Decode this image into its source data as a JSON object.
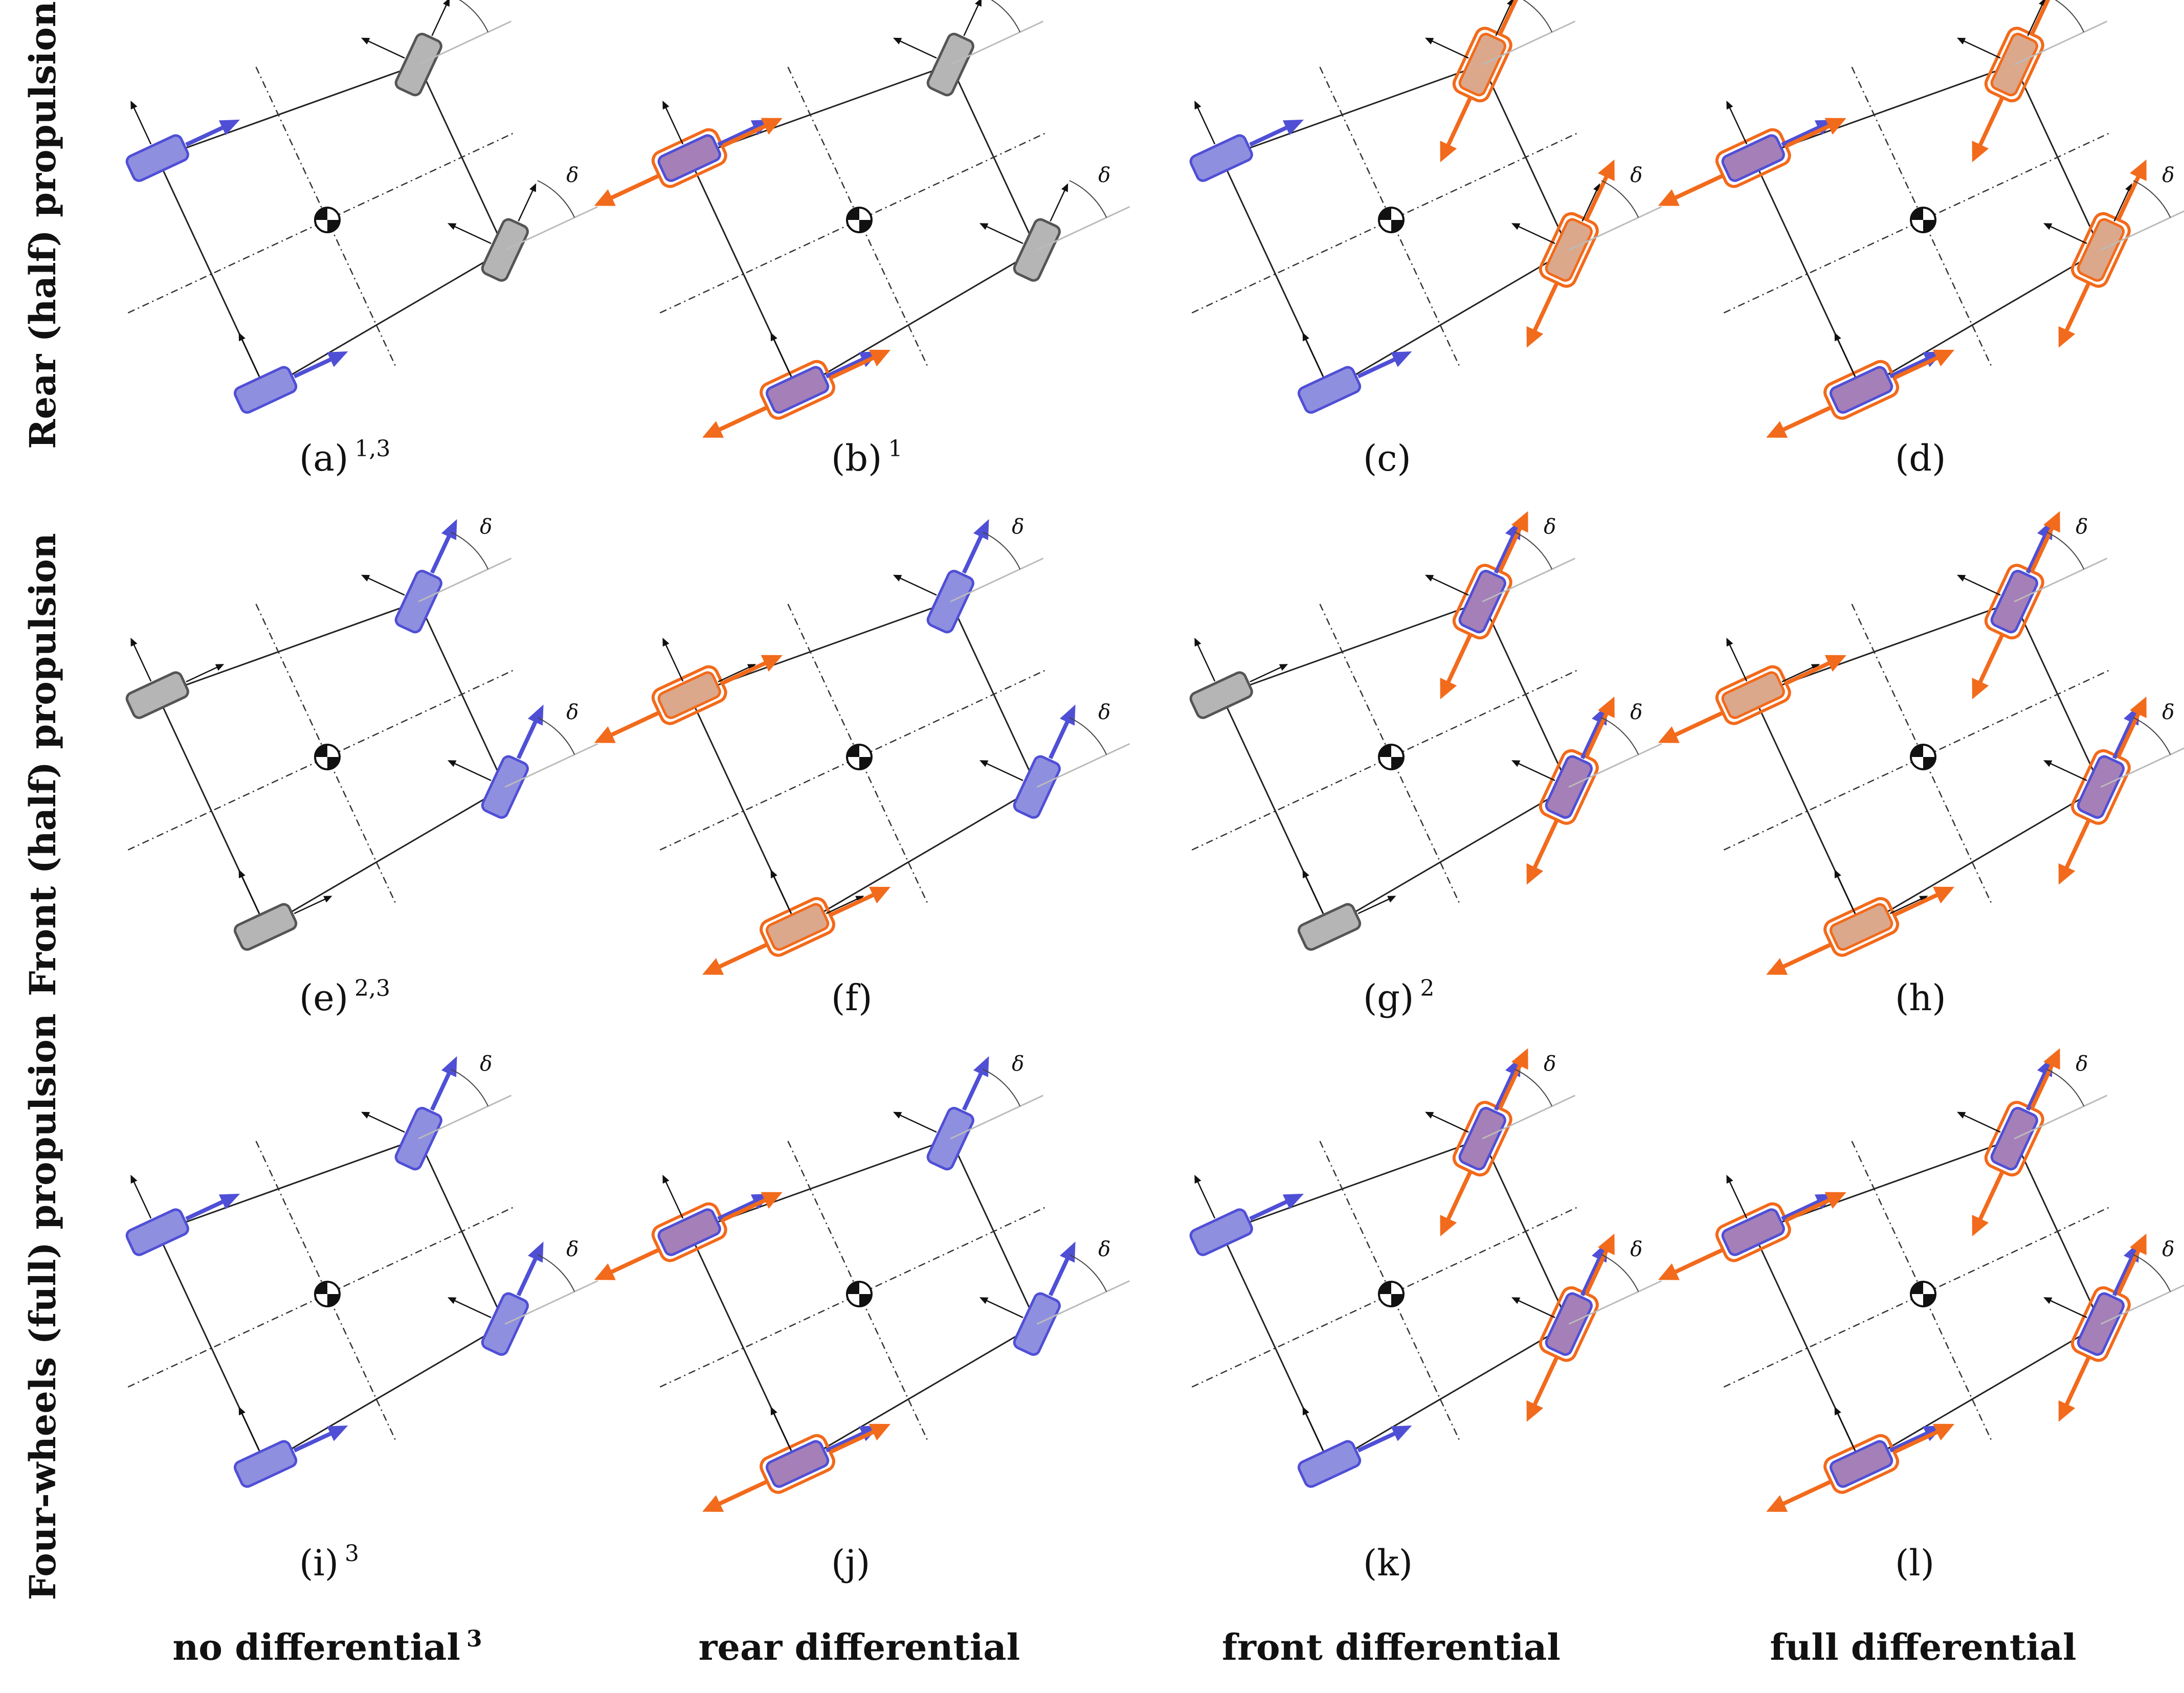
{
  "colors": {
    "driven": "#4f4fd6",
    "driven_fill": "#8f8fe0",
    "differential": "#f26a1b",
    "differential_fill": "#dba88c",
    "both_fill": "#a57fb8",
    "undriven_fill": "#b5b5b5",
    "undriven_stroke": "#555555"
  },
  "steer_symbol": "δ",
  "rows": [
    {
      "label": "Rear (half) propulsion",
      "front": "none",
      "rear": "drive"
    },
    {
      "label": "Front (half) propulsion",
      "front": "drive",
      "rear": "none"
    },
    {
      "label": "Four-wheels (full) propulsion",
      "front": "drive",
      "rear": "drive"
    }
  ],
  "columns": [
    {
      "label": "no differential",
      "label_sup": "3",
      "front_diff": false,
      "rear_diff": false
    },
    {
      "label": "rear differential",
      "label_sup": "",
      "front_diff": false,
      "rear_diff": true
    },
    {
      "label": "front differential",
      "label_sup": "",
      "front_diff": true,
      "rear_diff": false
    },
    {
      "label": "full differential",
      "label_sup": "",
      "front_diff": true,
      "rear_diff": true
    }
  ],
  "panels": [
    {
      "label": "(a)",
      "sup": "1,3"
    },
    {
      "label": "(b)",
      "sup": "1"
    },
    {
      "label": "(c)",
      "sup": ""
    },
    {
      "label": "(d)",
      "sup": ""
    },
    {
      "label": "(e)",
      "sup": "2,3"
    },
    {
      "label": "(f)",
      "sup": ""
    },
    {
      "label": "(g)",
      "sup": "2"
    },
    {
      "label": "(h)",
      "sup": ""
    },
    {
      "label": "(i)",
      "sup": "3"
    },
    {
      "label": "(j)",
      "sup": ""
    },
    {
      "label": "(k)",
      "sup": ""
    },
    {
      "label": "(l)",
      "sup": ""
    }
  ]
}
